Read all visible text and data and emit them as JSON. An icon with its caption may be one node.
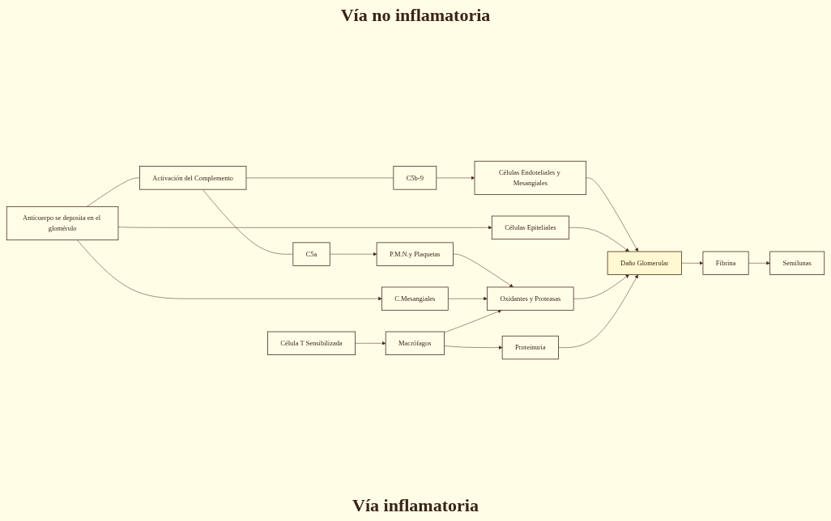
{
  "diagram": {
    "nodes": [
      {
        "text": [
          "Anticuerpo se deposita en el glomérulo"
        ]
      },
      {
        "text": [
          "Activación del Complemento"
        ]
      },
      {
        "text": [
          "C5b-9"
        ]
      },
      {
        "text": [
          "C5a"
        ]
      },
      {
        "text": [
          "Células Endoteliales y Mesangiales"
        ]
      },
      {
        "text": [
          "Células Epiteliales"
        ]
      },
      {
        "text": [
          "Daño Glomerular"
        ]
      },
      {
        "text": [
          "P.M.N.y Plaquetas"
        ]
      },
      {
        "text": [
          "C.Mesangiales"
        ]
      },
      {
        "text": [
          "Oxidantes y Proteasas"
        ]
      },
      {
        "text": [
          "Célula T Sensibilizada"
        ]
      },
      {
        "text": [
          "Macrófagos"
        ]
      },
      {
        "text": [
          "Fibrina"
        ]
      },
      {
        "text": [
          "Proteinuria"
        ]
      },
      {
        "text": [
          "Semilunas"
        ]
      }
    ],
    "edges": [
      {
        "from": 0,
        "to": 1,
        "arrow": "none"
      },
      {
        "from": 1,
        "to": 2,
        "arrow": "none"
      },
      {
        "from": 1,
        "to": 3,
        "arrow": "none"
      },
      {
        "from": 0,
        "to": 5,
        "arrow": "to"
      },
      {
        "from": 2,
        "to": 4,
        "arrow": "to"
      },
      {
        "from": 4,
        "to": 6,
        "arrow": "to"
      },
      {
        "from": 5,
        "to": 6,
        "arrow": "to"
      },
      {
        "from": 3,
        "to": 7,
        "arrow": "to"
      },
      {
        "from": 7,
        "to": 9,
        "arrow": "to"
      },
      {
        "from": 0,
        "to": 8,
        "arrow": "to"
      },
      {
        "from": 8,
        "to": 9,
        "arrow": "to"
      },
      {
        "from": 9,
        "to": 6,
        "arrow": "to"
      },
      {
        "from": 10,
        "to": 11,
        "arrow": "to"
      },
      {
        "from": 11,
        "to": 9,
        "arrow": "to"
      },
      {
        "from": 11,
        "to": 13,
        "arrow": "to"
      },
      {
        "from": 13,
        "to": 6,
        "arrow": "to"
      },
      {
        "from": 6,
        "to": 12,
        "arrow": "to"
      },
      {
        "from": 12,
        "to": 14,
        "arrow": "to"
      }
    ],
    "labels": [
      "Vía no inflamatoria",
      "Vía inflamatoria"
    ]
  }
}
